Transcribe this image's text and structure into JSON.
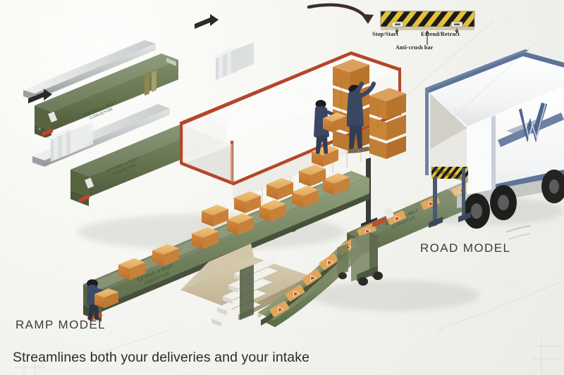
{
  "illustration": {
    "title": "Extend-A-Belt telescopic conveyor loading illustration",
    "tagline": "Streamlines both your deliveries and your intake",
    "background_color": "#f1f1ec"
  },
  "labels": {
    "ramp_model": "RAMP MODEL",
    "road_model": "ROAD MODEL",
    "stop_start": "Stop/Start",
    "extend_retract": "Extend/Retract",
    "anti_crush_bar": "Anti-crush bar"
  },
  "branding": {
    "conveyor_line1": "EXTEND-A-BELT",
    "conveyor_line2": "CONVEYOR",
    "truck_logo": "W"
  },
  "colors": {
    "conveyor_green": "#6d7d5b",
    "conveyor_green_dark": "#4d5a3f",
    "conveyor_green_light": "#8b9a77",
    "trailer_outline_red": "#b4462a",
    "hazard_yellow": "#e8c33a",
    "hazard_black": "#1d1d1b",
    "carton_orange": "#d98c3e",
    "carton_tan": "#e8b46a",
    "worker_blue": "#33425f",
    "truck_blue": "#56709a",
    "dock_beige": "#cfc3a4",
    "steel_grey": "#b9bcbd"
  },
  "elements": {
    "control_bar": {
      "name": "anti-crush-bar",
      "stripe_count": 11,
      "buttons": [
        "stop-start-button",
        "extend-retract-button"
      ]
    },
    "conveyors": [
      {
        "id": "conveyor-top-left",
        "model": "detail",
        "extended": false
      },
      {
        "id": "conveyor-mid-left",
        "model": "detail",
        "extended": true
      },
      {
        "id": "conveyor-ramp-model",
        "model": "RAMP MODEL",
        "extended": true
      },
      {
        "id": "conveyor-road-model",
        "model": "ROAD MODEL",
        "extended": true
      }
    ],
    "workers": [
      {
        "id": "worker-stacking",
        "position": "inside-trailer-upper"
      },
      {
        "id": "worker-receiving",
        "position": "inside-trailer-lower"
      },
      {
        "id": "worker-ramp",
        "position": "ramp-model-end"
      }
    ],
    "vehicles": [
      {
        "id": "trailer-cutaway",
        "style": "red-outline-ghost"
      },
      {
        "id": "truck-white",
        "style": "solid-white-blue-trim"
      }
    ],
    "dock": {
      "id": "loading-dock",
      "steps": 5
    }
  }
}
